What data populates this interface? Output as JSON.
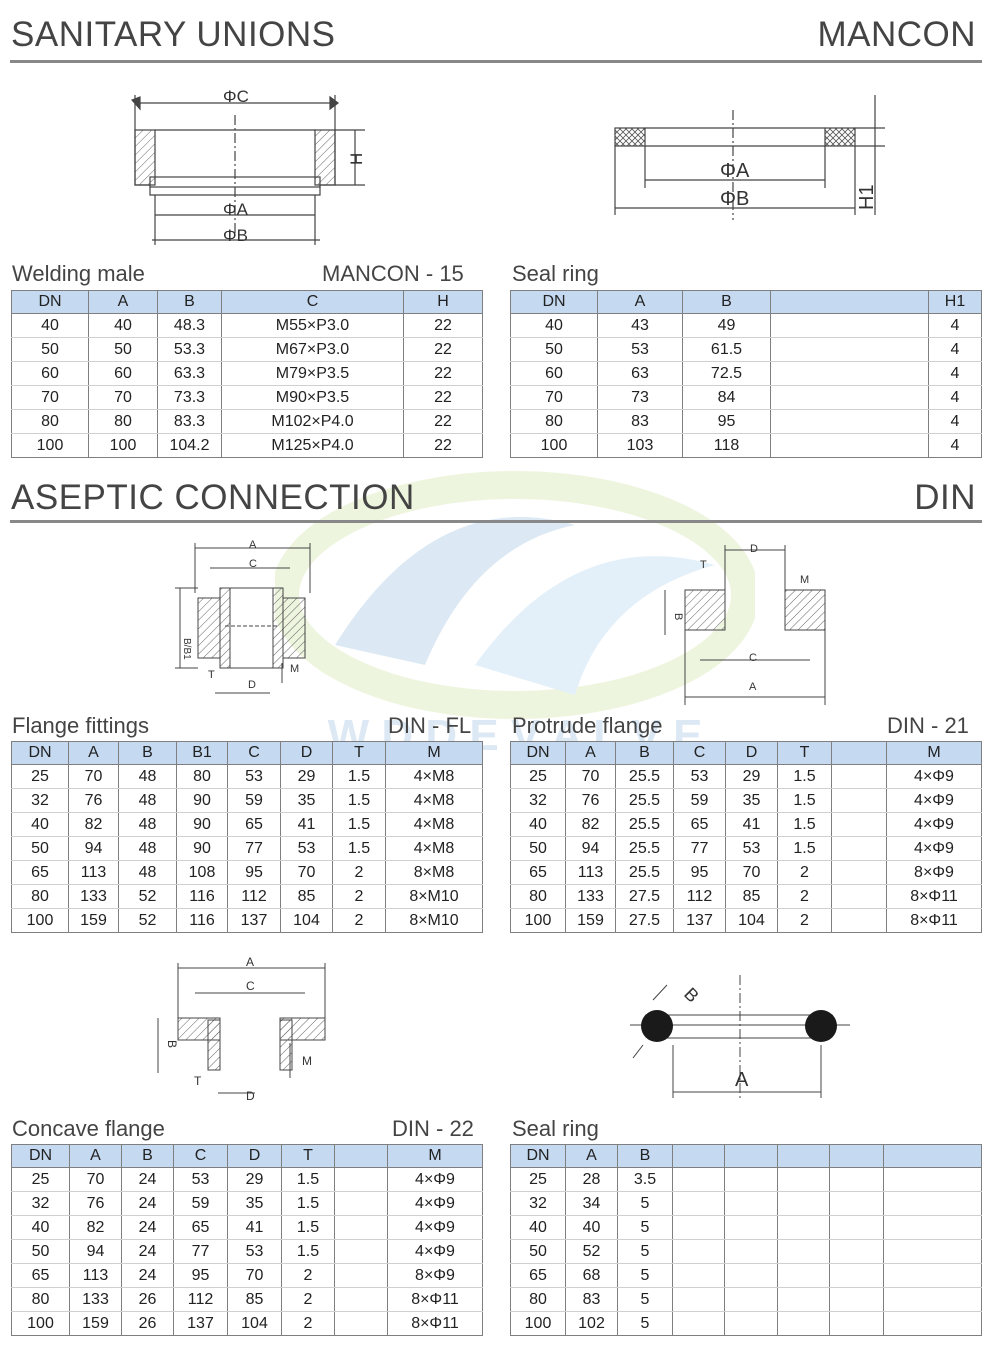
{
  "sections": {
    "sanitary": {
      "title": "SANITARY UNIONS",
      "brand": "MANCON"
    },
    "aseptic": {
      "title": "ASEPTIC CONNECTION",
      "brand": "DIN"
    }
  },
  "diagram_labels": {
    "welding": {
      "c": "ΦC",
      "h": "H",
      "a": "ΦA",
      "b": "ΦB"
    },
    "seal1": {
      "a": "ΦA",
      "b": "ΦB",
      "h1": "H1"
    },
    "flange": {
      "a": "A",
      "c": "C",
      "b": "B/B1",
      "t": "T",
      "d": "D",
      "m": "M"
    },
    "protrude": {
      "d": "D",
      "t": "T",
      "m": "M",
      "b": "B",
      "c": "C",
      "a": "A"
    },
    "concave": {
      "a": "A",
      "c": "C",
      "b": "B",
      "t": "T",
      "m": "M",
      "d": "D"
    },
    "oring": {
      "b": "B",
      "a": "A"
    }
  },
  "tables": {
    "welding_male": {
      "name": "Welding male",
      "code": "MANCON - 15",
      "headers": [
        "DN",
        "A",
        "B",
        "C",
        "H"
      ],
      "rows": [
        [
          "40",
          "40",
          "48.3",
          "M55×P3.0",
          "22"
        ],
        [
          "50",
          "50",
          "53.3",
          "M67×P3.0",
          "22"
        ],
        [
          "60",
          "60",
          "63.3",
          "M79×P3.5",
          "22"
        ],
        [
          "70",
          "70",
          "73.3",
          "M90×P3.5",
          "22"
        ],
        [
          "80",
          "80",
          "83.3",
          "M102×P4.0",
          "22"
        ],
        [
          "100",
          "100",
          "104.2",
          "M125×P4.0",
          "22"
        ]
      ]
    },
    "seal_ring_1": {
      "name": "Seal ring",
      "code": "",
      "headers": [
        "DN",
        "A",
        "B",
        "",
        "H1"
      ],
      "rows": [
        [
          "40",
          "43",
          "49",
          "",
          "4"
        ],
        [
          "50",
          "53",
          "61.5",
          "",
          "4"
        ],
        [
          "60",
          "63",
          "72.5",
          "",
          "4"
        ],
        [
          "70",
          "73",
          "84",
          "",
          "4"
        ],
        [
          "80",
          "83",
          "95",
          "",
          "4"
        ],
        [
          "100",
          "103",
          "118",
          "",
          "4"
        ]
      ]
    },
    "flange_fittings": {
      "name": "Flange fittings",
      "code": "DIN - FL",
      "headers": [
        "DN",
        "A",
        "B",
        "B1",
        "C",
        "D",
        "T",
        "M"
      ],
      "rows": [
        [
          "25",
          "70",
          "48",
          "80",
          "53",
          "29",
          "1.5",
          "4×M8"
        ],
        [
          "32",
          "76",
          "48",
          "90",
          "59",
          "35",
          "1.5",
          "4×M8"
        ],
        [
          "40",
          "82",
          "48",
          "90",
          "65",
          "41",
          "1.5",
          "4×M8"
        ],
        [
          "50",
          "94",
          "48",
          "90",
          "77",
          "53",
          "1.5",
          "4×M8"
        ],
        [
          "65",
          "113",
          "48",
          "108",
          "95",
          "70",
          "2",
          "8×M8"
        ],
        [
          "80",
          "133",
          "52",
          "116",
          "112",
          "85",
          "2",
          "8×M10"
        ],
        [
          "100",
          "159",
          "52",
          "116",
          "137",
          "104",
          "2",
          "8×M10"
        ]
      ]
    },
    "protrude_flange": {
      "name": "Protrude flange",
      "code": "DIN - 21",
      "headers": [
        "DN",
        "A",
        "B",
        "C",
        "D",
        "T",
        "",
        "M"
      ],
      "rows": [
        [
          "25",
          "70",
          "25.5",
          "53",
          "29",
          "1.5",
          "",
          "4×Φ9"
        ],
        [
          "32",
          "76",
          "25.5",
          "59",
          "35",
          "1.5",
          "",
          "4×Φ9"
        ],
        [
          "40",
          "82",
          "25.5",
          "65",
          "41",
          "1.5",
          "",
          "4×Φ9"
        ],
        [
          "50",
          "94",
          "25.5",
          "77",
          "53",
          "1.5",
          "",
          "4×Φ9"
        ],
        [
          "65",
          "113",
          "25.5",
          "95",
          "70",
          "2",
          "",
          "8×Φ9"
        ],
        [
          "80",
          "133",
          "27.5",
          "112",
          "85",
          "2",
          "",
          "8×Φ11"
        ],
        [
          "100",
          "159",
          "27.5",
          "137",
          "104",
          "2",
          "",
          "8×Φ11"
        ]
      ]
    },
    "concave_flange": {
      "name": "Concave flange",
      "code": "DIN - 22",
      "headers": [
        "DN",
        "A",
        "B",
        "C",
        "D",
        "T",
        "",
        "M"
      ],
      "rows": [
        [
          "25",
          "70",
          "24",
          "53",
          "29",
          "1.5",
          "",
          "4×Φ9"
        ],
        [
          "32",
          "76",
          "24",
          "59",
          "35",
          "1.5",
          "",
          "4×Φ9"
        ],
        [
          "40",
          "82",
          "24",
          "65",
          "41",
          "1.5",
          "",
          "4×Φ9"
        ],
        [
          "50",
          "94",
          "24",
          "77",
          "53",
          "1.5",
          "",
          "4×Φ9"
        ],
        [
          "65",
          "113",
          "24",
          "95",
          "70",
          "2",
          "",
          "8×Φ9"
        ],
        [
          "80",
          "133",
          "26",
          "112",
          "85",
          "2",
          "",
          "8×Φ11"
        ],
        [
          "100",
          "159",
          "26",
          "137",
          "104",
          "2",
          "",
          "8×Φ11"
        ]
      ]
    },
    "seal_ring_2": {
      "name": "Seal ring",
      "code": "",
      "headers": [
        "DN",
        "A",
        "B",
        "",
        "",
        "",
        "",
        ""
      ],
      "rows": [
        [
          "25",
          "28",
          "3.5",
          "",
          "",
          "",
          "",
          ""
        ],
        [
          "32",
          "34",
          "5",
          "",
          "",
          "",
          "",
          ""
        ],
        [
          "40",
          "40",
          "5",
          "",
          "",
          "",
          "",
          ""
        ],
        [
          "50",
          "52",
          "5",
          "",
          "",
          "",
          "",
          ""
        ],
        [
          "65",
          "68",
          "5",
          "",
          "",
          "",
          "",
          ""
        ],
        [
          "80",
          "83",
          "5",
          "",
          "",
          "",
          "",
          ""
        ],
        [
          "100",
          "102",
          "5",
          "",
          "",
          "",
          "",
          ""
        ]
      ]
    }
  },
  "colors": {
    "header_fill": "#c5d9f1",
    "rule": "#888888"
  }
}
